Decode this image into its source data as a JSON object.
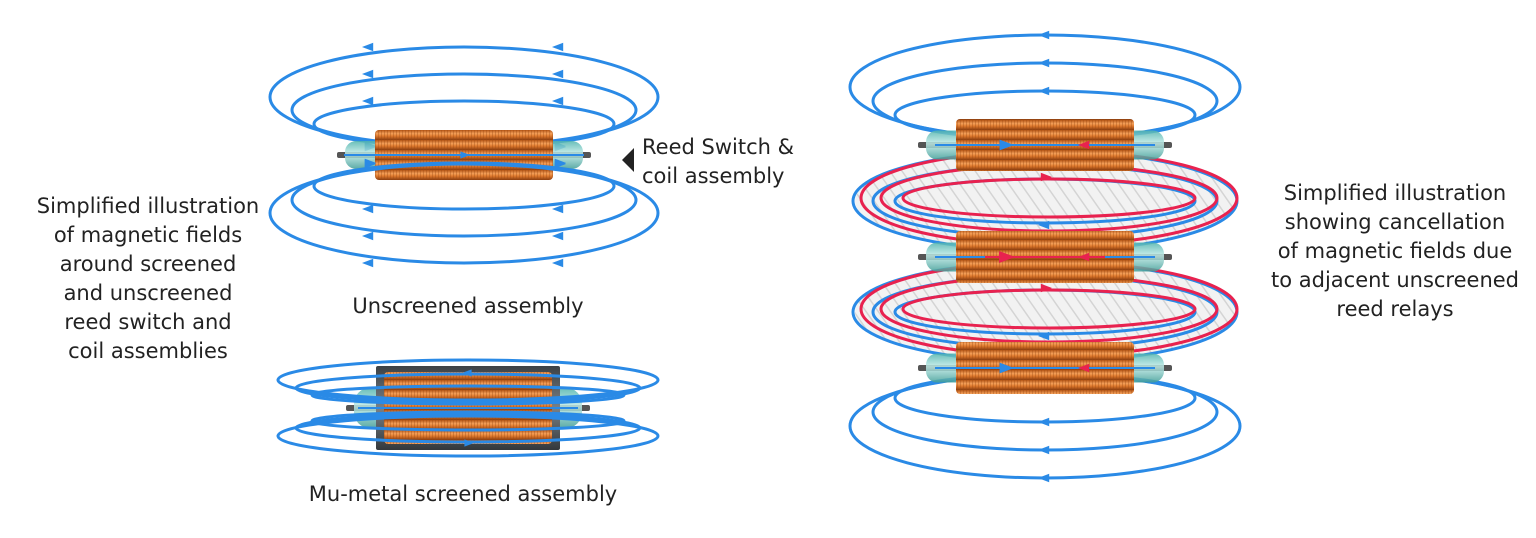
{
  "left_caption": {
    "lines": [
      "Simplified illustration",
      "of magnetic fields",
      "around screened",
      "and unscreened",
      "reed switch and",
      "coil assemblies"
    ]
  },
  "right_caption": {
    "lines": [
      "Simplified illustration",
      "showing cancellation",
      "of magnetic fields due",
      "to adjacent unscreened",
      "reed relays"
    ]
  },
  "callout": {
    "lines": [
      "Reed Switch &",
      "coil assembly"
    ]
  },
  "labels": {
    "unscreened": "Unscreened assembly",
    "screened": "Mu-metal screened assembly"
  },
  "colors": {
    "field_blue": "#2a8ae6",
    "field_red": "#e8224f",
    "coil_orange": "#e07a2e",
    "glass_teal": "#8fd3cf",
    "screen_grey": "#555b60"
  }
}
